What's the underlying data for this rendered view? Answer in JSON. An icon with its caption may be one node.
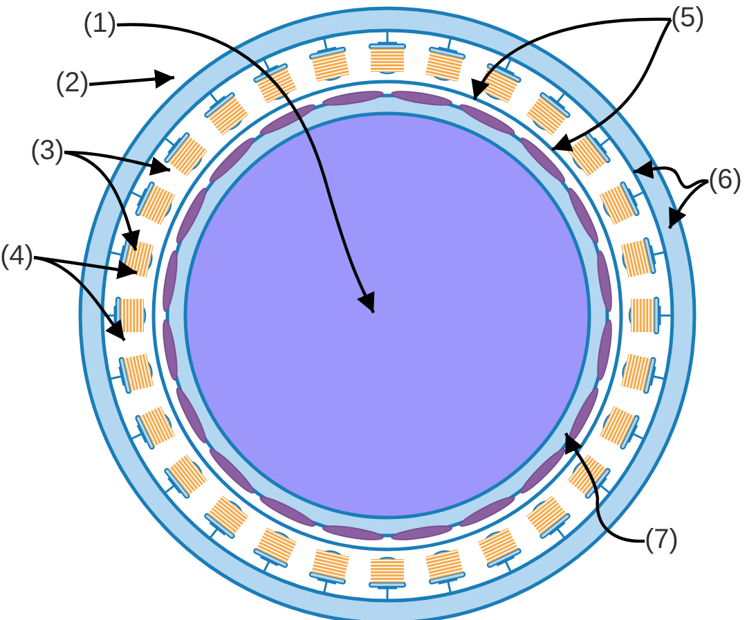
{
  "diagram": {
    "nodes": [
      {
        "text": [
          "(1)"
        ]
      },
      {
        "text": [
          "(2)"
        ]
      },
      {
        "text": [
          "(3)"
        ]
      },
      {
        "text": [
          "(4)"
        ]
      },
      {
        "text": [
          "(5)"
        ]
      },
      {
        "text": [
          "(6)"
        ]
      },
      {
        "text": [
          "(7)"
        ]
      }
    ],
    "edges": [
      {
        "from": 0,
        "to": null,
        "arrow": "to"
      },
      {
        "from": 1,
        "to": null,
        "arrow": "to"
      },
      {
        "from": 2,
        "to": null,
        "arrow": "to"
      },
      {
        "from": 2,
        "to": null,
        "arrow": "to"
      },
      {
        "from": 3,
        "to": null,
        "arrow": "to"
      },
      {
        "from": 3,
        "to": null,
        "arrow": "to"
      },
      {
        "from": 4,
        "to": null,
        "arrow": "to"
      },
      {
        "from": 4,
        "to": null,
        "arrow": "to"
      },
      {
        "from": 5,
        "to": null,
        "arrow": "to"
      },
      {
        "from": 5,
        "to": null,
        "arrow": "to"
      },
      {
        "from": 6,
        "to": null,
        "arrow": "to"
      }
    ]
  }
}
